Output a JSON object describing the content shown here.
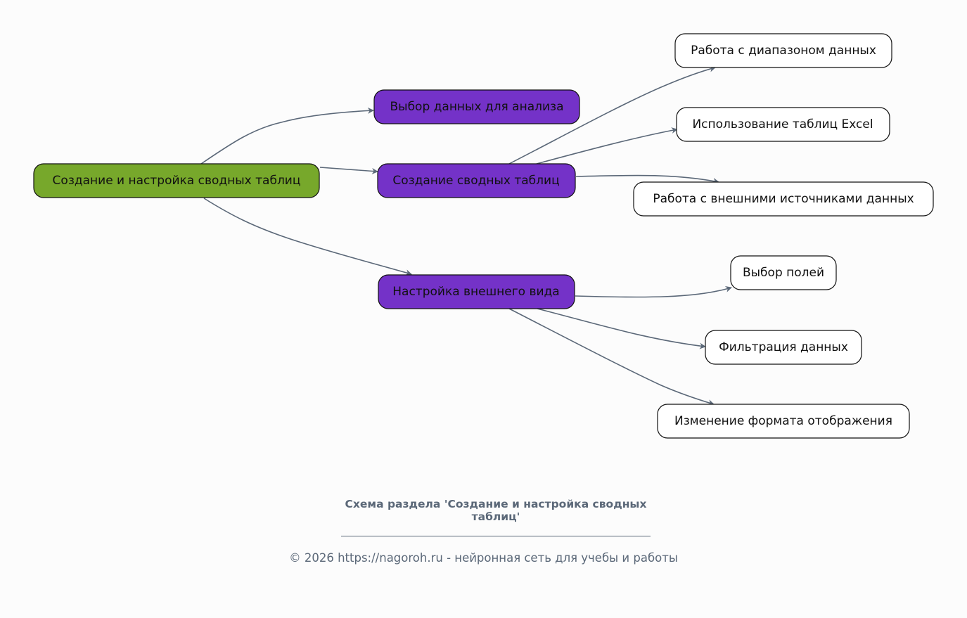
{
  "diagram": {
    "colors": {
      "root": "#77a82b",
      "level1": "#7432c8",
      "level2": "#ffffff",
      "edge": "#5b6878",
      "background": "#fcfcfc"
    },
    "nodes": {
      "root": "Создание и настройка сводных таблиц",
      "choose_data": "Выбор данных для анализа",
      "create_tables": "Создание сводных таблиц",
      "customize_view": "Настройка внешнего вида",
      "data_range": "Работа с диапазоном данных",
      "excel_tables": "Использование таблиц Excel",
      "external_sources": "Работа с внешними источниками данных",
      "choose_fields": "Выбор полей",
      "filter_data": "Фильтрация данных",
      "change_format": "Изменение формата отображения"
    },
    "edges": [
      [
        "root",
        "choose_data"
      ],
      [
        "root",
        "create_tables"
      ],
      [
        "root",
        "customize_view"
      ],
      [
        "create_tables",
        "data_range"
      ],
      [
        "create_tables",
        "excel_tables"
      ],
      [
        "create_tables",
        "external_sources"
      ],
      [
        "customize_view",
        "choose_fields"
      ],
      [
        "customize_view",
        "filter_data"
      ],
      [
        "customize_view",
        "change_format"
      ]
    ]
  },
  "caption": {
    "title": "Схема раздела 'Создание и настройка сводных таблиц'",
    "rule": "________________________________________",
    "footer": "© 2026 https://nagoroh.ru - нейронная сеть для учебы и работы"
  }
}
